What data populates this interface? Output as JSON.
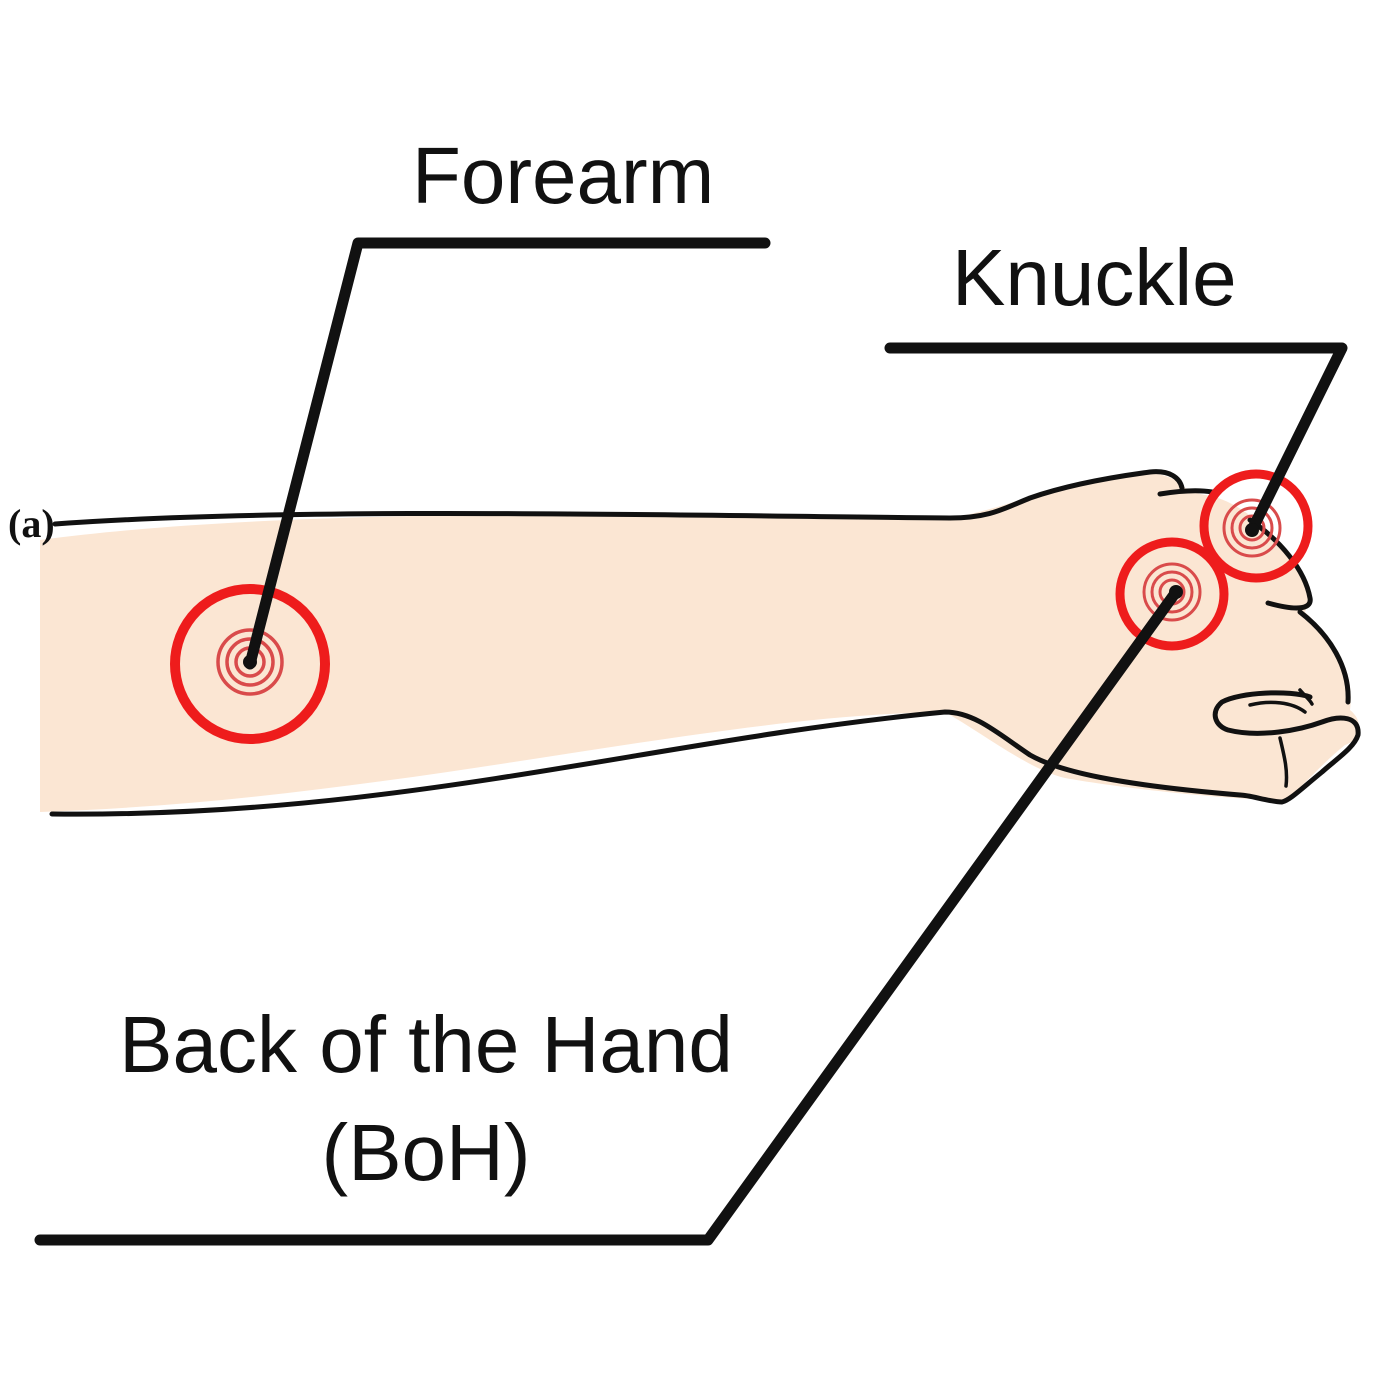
{
  "panel_label": "(a)",
  "labels": {
    "forearm": "Forearm",
    "knuckle": "Knuckle",
    "boh_line1": "Back of the Hand",
    "boh_line2": "(BoH)"
  },
  "colors": {
    "skin": "#fbe6d3",
    "outline": "#111111",
    "marker": "#ee1c1c",
    "marker_inner": "#d94b4b",
    "leader": "#111111",
    "background": "#ffffff"
  },
  "icons": {
    "target_marker": "concentric-red-circles"
  }
}
